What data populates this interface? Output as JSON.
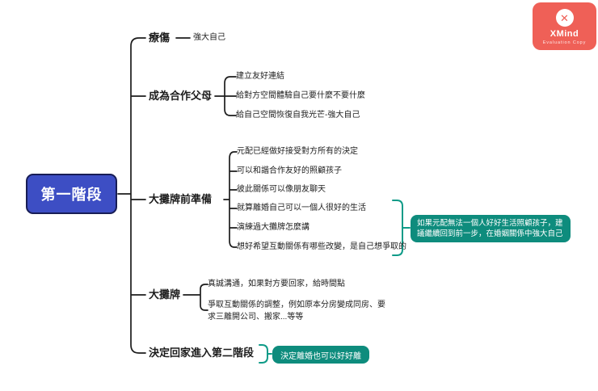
{
  "badge": {
    "title": "XMind",
    "subtitle": "Evaluation Copy"
  },
  "root": {
    "label": "第一階段"
  },
  "branches": [
    {
      "label": "療傷",
      "children": [
        "強大自己"
      ]
    },
    {
      "label": "成為合作父母",
      "children": [
        "建立友好連結",
        "給對方空間體驗自己要什麼不要什麼",
        "給自己空間恢復自我光芒-強大自己"
      ]
    },
    {
      "label": "大攤牌前準備",
      "children": [
        "元配已經做好接受對方所有的決定",
        "可以和諧合作友好的照顧孩子",
        "彼此關係可以像朋友聊天",
        "就算離婚自己可以一個人很好的生活",
        "演練過大攤牌怎麼講",
        "想好希望互動關係有哪些改變，是自己想爭取的"
      ],
      "summary": "如果元配無法一個人好好生活照顧孩子，建議繼續回到前一步，在婚姻關係中強大自己"
    },
    {
      "label": "大攤牌",
      "children": [
        "真誠溝通，如果對方要回家，給時間點",
        "爭取互動關係的調整，例如原本分房變成同房、要求三離開公司、搬家...等等"
      ]
    },
    {
      "label": "決定回家進入第二階段",
      "note": "決定離婚也可以好好離"
    }
  ],
  "colors": {
    "root_fill": "#3D4EC4",
    "root_border": "#181d55",
    "note_green": "#0E8C7D",
    "bracket_green": "#0F9B88",
    "badge_red": "#EF6057",
    "line_black": "#1c1c1c"
  }
}
